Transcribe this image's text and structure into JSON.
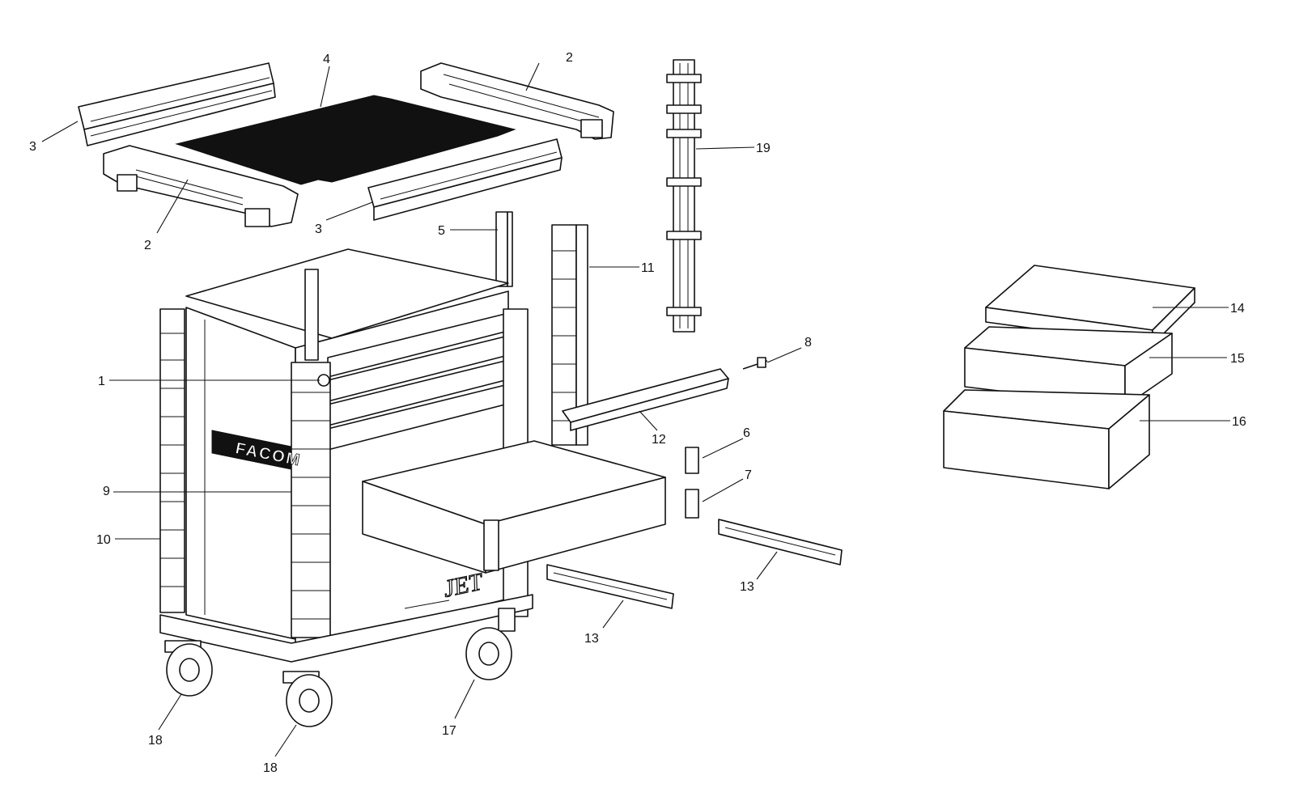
{
  "diagram": {
    "brand_logo": "FACOM",
    "model_logo": "JET",
    "callouts": {
      "c1": "1",
      "c2a": "2",
      "c2b": "2",
      "c3a": "3",
      "c3b": "3",
      "c4": "4",
      "c5": "5",
      "c6": "6",
      "c7": "7",
      "c8": "8",
      "c9": "9",
      "c10": "10",
      "c11": "11",
      "c12": "12",
      "c13a": "13",
      "c13b": "13",
      "c14": "14",
      "c15": "15",
      "c16": "16",
      "c17": "17",
      "c18a": "18",
      "c18b": "18",
      "c19": "19"
    }
  }
}
